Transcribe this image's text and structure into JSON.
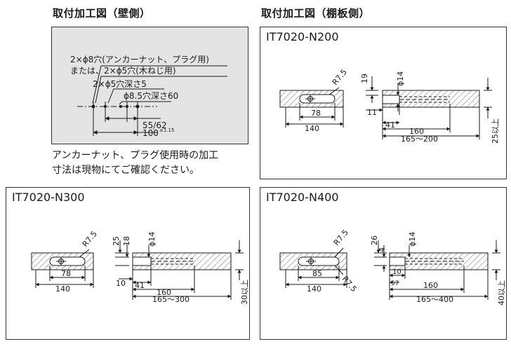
{
  "headings": {
    "wall": "取付加工図（壁側）",
    "shelf": "取付加工図（棚板側）"
  },
  "wall": {
    "line1": "2×ϕ8穴(アンカーナット、プラグ用)",
    "line2": "または、2×ϕ5穴(木ねじ用)",
    "line3": "2×ϕ5穴深さ5",
    "line4": "ϕ8.5穴深さ60",
    "dim_55": "55/62",
    "dim_100": "100",
    "dim_100_tol": "±1.15",
    "note_line1": "アンカーナット、プラグ使用時の加工",
    "note_line2": "寸法は現物にてご確認ください。"
  },
  "n200": {
    "model": "IT7020-N200",
    "r": "R7.5",
    "d78": "78",
    "d140": "140",
    "d19": "19",
    "phi14": "ϕ14",
    "d11": "11",
    "d41": "41",
    "d160": "160",
    "d165": "165～200",
    "thick": "25以上"
  },
  "n300": {
    "model": "IT7020-N300",
    "r": "R7.5",
    "d78": "78",
    "d140": "140",
    "d25": "25",
    "d18": "18",
    "phi14": "ϕ14",
    "d10": "10",
    "d41": "41",
    "d160": "160",
    "d165": "165～300",
    "thick": "30以上"
  },
  "n400": {
    "model": "IT7020-N400",
    "r1": "R7.5",
    "r2": "R7.5",
    "d85": "85",
    "d140": "140",
    "d26": "26",
    "d4": "4",
    "phi14": "ϕ14",
    "d10": "10",
    "d57": "57",
    "d160": "160",
    "d165": "165～400",
    "thick": "40以上"
  }
}
